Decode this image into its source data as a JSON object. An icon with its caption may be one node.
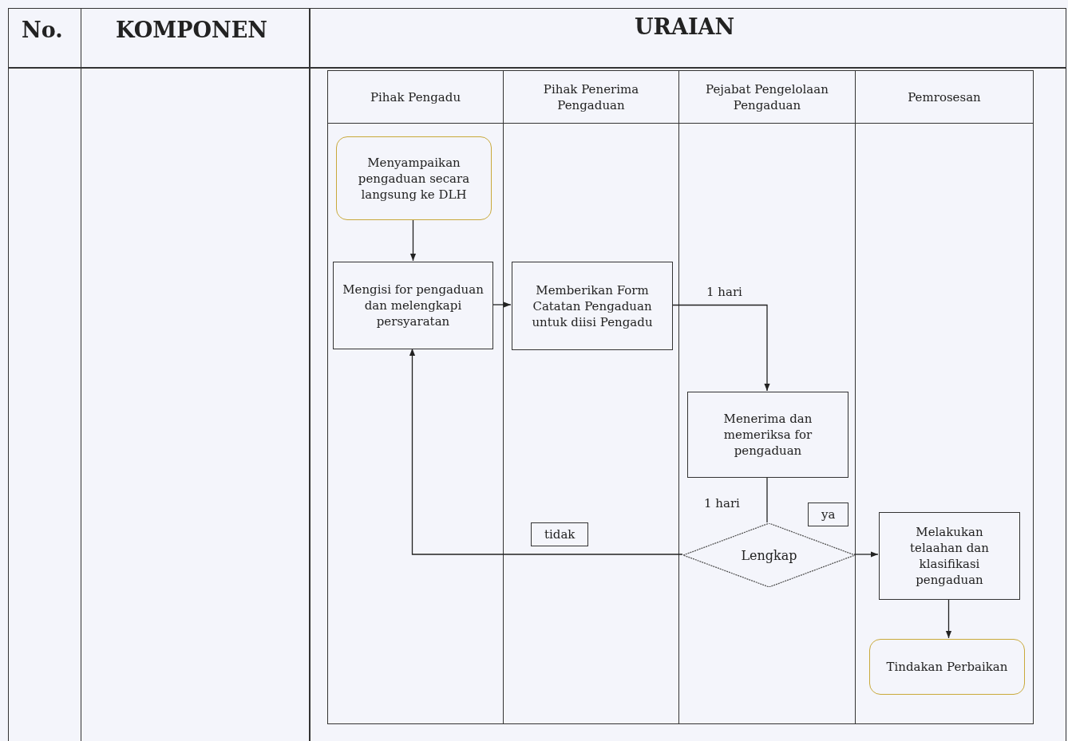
{
  "diagram": {
    "nodes": [
      {
        "text": [
          "Pihak Pengadu"
        ]
      },
      {
        "text": [
          "Pihak Penerima Pengaduan"
        ]
      },
      {
        "text": [
          "Pejabat Pengelolaan Pengaduan"
        ]
      },
      {
        "text": [
          "Pemrosesan"
        ]
      },
      {
        "text": [
          "Menyampaikan pengaduan secara langsung ke DLH"
        ],
        "in": 0
      },
      {
        "text": [
          "Mengisi for pengaduan dan melengkapi persyaratan"
        ],
        "in": 0
      },
      {
        "text": [
          "Memberikan Form Catatan Pengaduan untuk diisi Pengadu"
        ],
        "in": 1
      },
      {
        "text": [
          "Menerima dan memeriksa for pengaduan"
        ],
        "in": 2
      },
      {
        "text": [
          "Lengkap"
        ],
        "in": 2
      },
      {
        "text": [
          "Melakukan telaahan dan klasifikasi pengaduan"
        ],
        "in": 3
      },
      {
        "text": [
          "Tindakan Perbaikan"
        ],
        "in": 3
      }
    ],
    "edges": [
      {
        "from": 4,
        "to": 5,
        "arrow": "to"
      },
      {
        "from": 5,
        "to": 6,
        "arrow": "to"
      },
      {
        "from": 6,
        "to": 7,
        "arrow": "to",
        "label": "1 hari"
      },
      {
        "from": 7,
        "to": 8,
        "arrow": "none",
        "label": "1 hari"
      },
      {
        "from": 8,
        "to": 5,
        "arrow": "to",
        "label": "tidak"
      },
      {
        "from": 8,
        "to": 9,
        "arrow": "to",
        "label": "ya"
      },
      {
        "from": 9,
        "to": 10,
        "arrow": "to"
      }
    ],
    "labels": [
      "No.",
      "KOMPONEN",
      "URAIAN"
    ]
  }
}
